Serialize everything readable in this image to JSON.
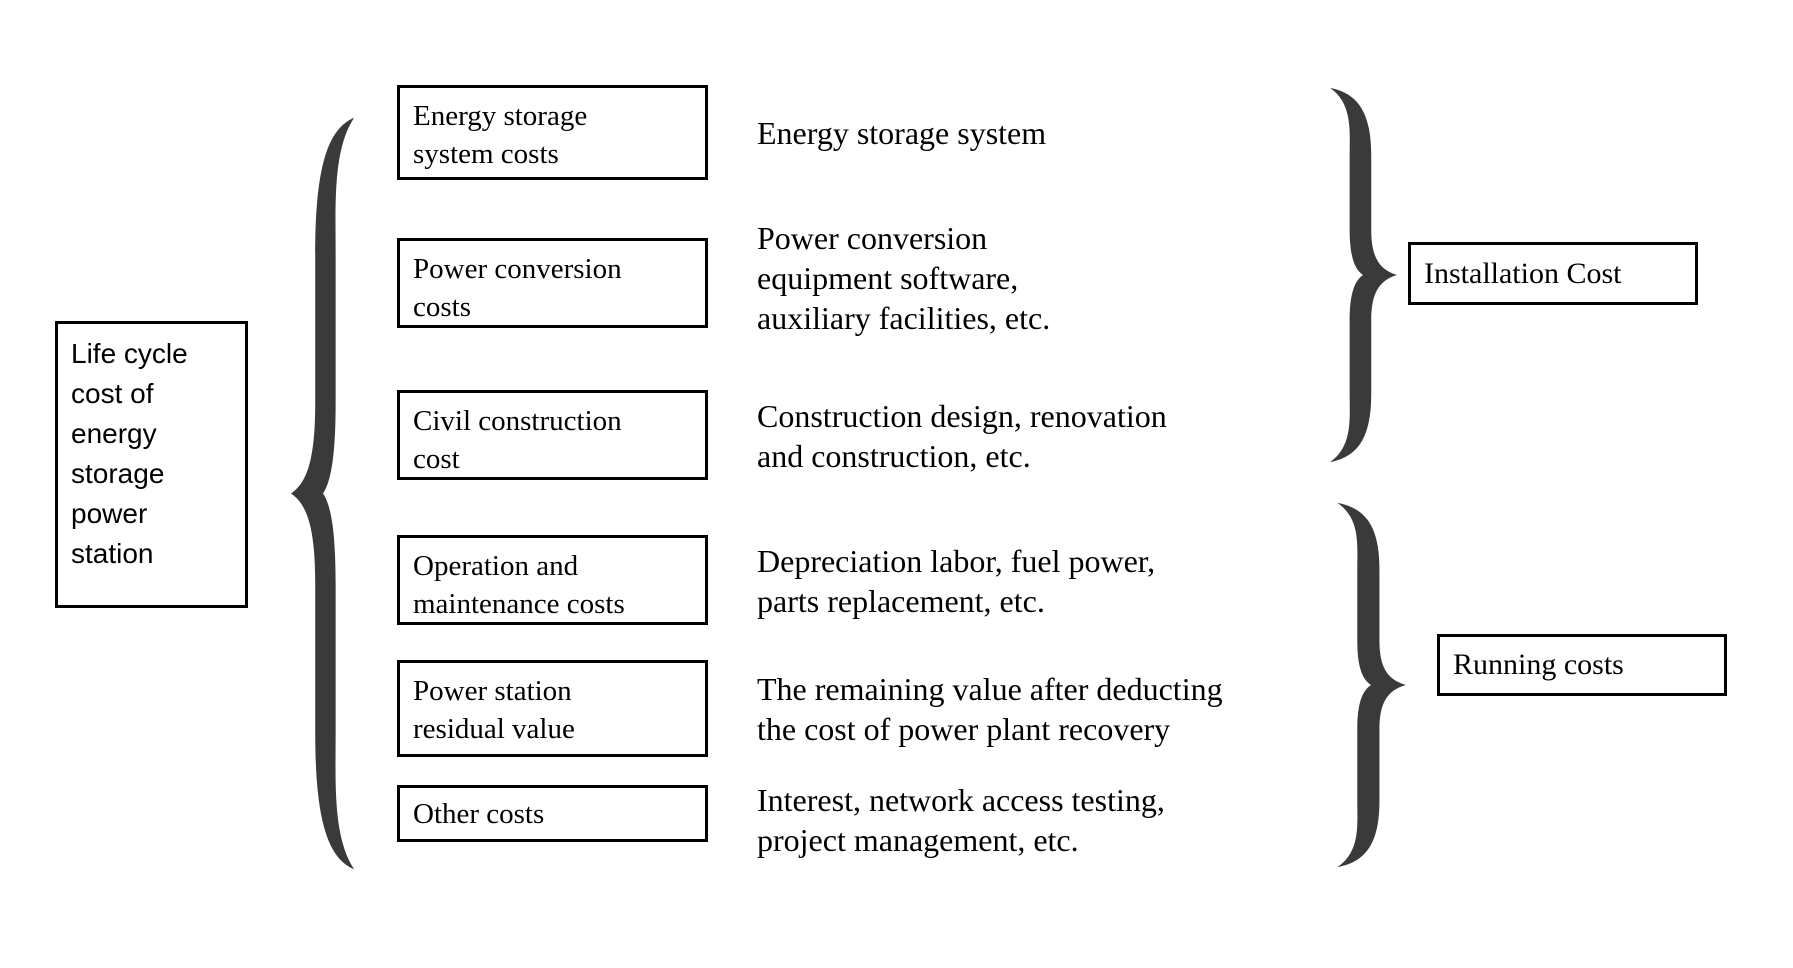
{
  "root_label": {
    "lines": [
      "Life cycle",
      "cost of",
      "energy",
      "storage",
      "power",
      "station"
    ]
  },
  "cost_items": [
    {
      "box_lines": [
        "Energy storage",
        "system costs"
      ],
      "desc_lines": [
        "Energy storage system"
      ]
    },
    {
      "box_lines": [
        "Power conversion",
        "costs"
      ],
      "desc_lines": [
        "Power conversion",
        "equipment software,",
        "auxiliary facilities, etc."
      ]
    },
    {
      "box_lines": [
        "Civil construction",
        "cost"
      ],
      "desc_lines": [
        "Construction design, renovation",
        "and construction, etc."
      ]
    },
    {
      "box_lines": [
        "Operation and",
        "maintenance costs"
      ],
      "desc_lines": [
        "Depreciation labor, fuel power,",
        "parts replacement, etc."
      ]
    },
    {
      "box_lines": [
        "Power station",
        "residual value"
      ],
      "desc_lines": [
        "The remaining value after deducting",
        "the cost of power plant recovery"
      ]
    },
    {
      "box_lines": [
        "Other costs"
      ],
      "desc_lines": [
        "Interest, network access testing,",
        "project management, etc."
      ]
    }
  ],
  "groups": [
    {
      "label": "Installation Cost"
    },
    {
      "label": "Running costs"
    }
  ],
  "icons": {
    "left_brace": "curly-brace-left",
    "right_brace_installation": "curly-brace-right",
    "right_brace_running": "curly-brace-right"
  },
  "colors": {
    "brace": "#3a3a3a",
    "ink": "#000000",
    "background": "#ffffff"
  }
}
